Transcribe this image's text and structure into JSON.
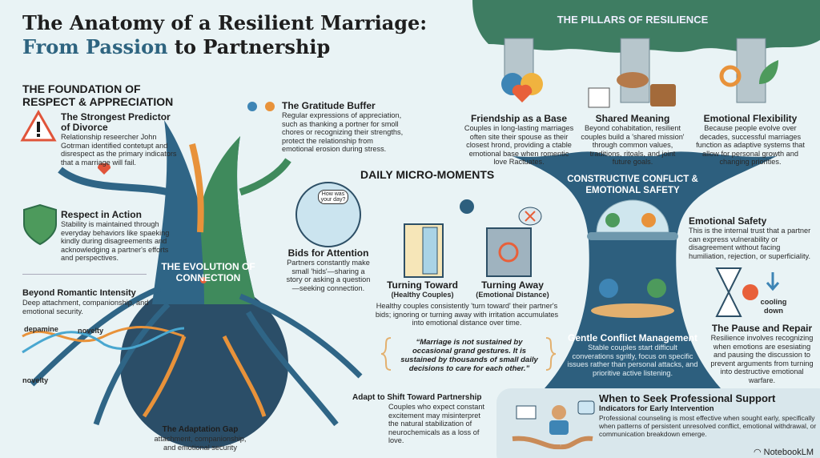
{
  "title": {
    "line1": "The Anatomy of a Resilient Marriage:",
    "line2_accent": "From Passion",
    "line2_rest": " to Partnership"
  },
  "colors": {
    "accent": "#2e6480",
    "trunk_blue": "#2d5f7e",
    "green": "#3f8a5c",
    "orange": "#e8923a",
    "canopy": "#3e7d62",
    "bg": "#e9f3f5"
  },
  "foundation": {
    "heading": "THE FOUNDATION OF RESPECT & APPRECIATION",
    "items": [
      {
        "icon": "warning-icon",
        "title": "The Strongest Predictor of Divorce",
        "body": "Relationship reseercher John Gotrman identified contetupt and disrespect as the primary indicators that a marriage will fail."
      },
      {
        "icon": "shield-handshake-icon",
        "title": "Respect in Action",
        "body": "Stability is maintained through everyday behaviors like spaeking kindly during disagreements and acknowledging a partner's efforts and perspectives."
      },
      {
        "icon": "people-sprout-icon",
        "title": "The Gratitude Buffer",
        "body": "Regular expressions of appreciation, such as thanking a portner for smoll chores or recognizing their strengths, protect the relationship from emotional erosion during stress."
      }
    ]
  },
  "evolution": {
    "heading": "THE EVOLUTION OF CONNECTION",
    "romantic": {
      "title": "Beyond Romantic Intensity",
      "body": "Deep attachment, companionship, and emotional security."
    },
    "wave_labels": [
      "depamine",
      "novelty",
      "novelty"
    ],
    "gap": {
      "title": "The Adaptation Gap",
      "body": "attachment, companionship, and emotional security"
    },
    "shift": {
      "title": "Adapt to Shift Toward Partnership",
      "body": "Couples who expect constant excitement may misinterpret the natural stabilization of neurochemicals as a loss of love."
    }
  },
  "micro": {
    "heading": "DAILY MICRO-MOMENTS",
    "bubble": "How was your day?",
    "bids": {
      "title": "Bids for Attention",
      "body": "Partners constantly make small 'hids'—sharing a story or asking a question—seeking connection."
    },
    "toward": {
      "title": "Turning Toward",
      "sub": "(Healthy Couples)"
    },
    "away": {
      "title": "Turning Away",
      "sub": "(Emotional Distance)"
    },
    "body": "Healthy couples consistently 'turn toward' their partner's bids; ignoring or turning away with irritation accumulates into emotional distance over time.",
    "quote": "“Marriage is not sustained by occasional grand gestures. It is sustained by thousands of small daily decisions to care for each other.”"
  },
  "pillars": {
    "heading": "THE PILLARS OF RESILIENCE",
    "items": [
      {
        "title": "Friendship as a Base",
        "body": "Couples in long-lasting marriages often site their spouse as their closest hrond, providing a ctable emotional base when romentic love Ractuates."
      },
      {
        "title": "Shared Meaning",
        "body": "Beyond cohabitation, resilient couples build a 'shared mission' through common values, traditions, ritoals, and joint future goals."
      },
      {
        "title": "Emotional Flexibility",
        "body": "Because people evolve over decades, successful marriages function as adaptive systems that allow for personal growth and changing priorities."
      }
    ]
  },
  "conflict": {
    "heading": "CONSTRUCTIVE CONFLICT & EMOTIONAL SAFETY",
    "safety": {
      "title": "Emotional Safety",
      "body": "This is the internal trust that a partner can express vulnerability or disagreement without facing humiliation, rejection, or superficiality."
    },
    "cooling": "cooling down",
    "pause": {
      "title": "The Pause and Repair",
      "body": "Resilience involves recognizing when emotions are esesiating and pausing the discussion to prevent arguments from turning into destructive emotional warfare."
    },
    "gentle": {
      "title": "Gentle Conflict Management",
      "body": "Stable couples start difficult converations sgritly, focus on specific issues rather than personal attacks, and prioritive active listening."
    }
  },
  "support": {
    "title": "When to Seek Professional Support",
    "subtitle": "Indicators for Early Intervention",
    "body": "Professional counseling is most effective when sought early, specifically when patterns of persistent unresolved conflict, emotional withdrawal, or communication breakdown emerge."
  },
  "brand": "NotebookLM"
}
